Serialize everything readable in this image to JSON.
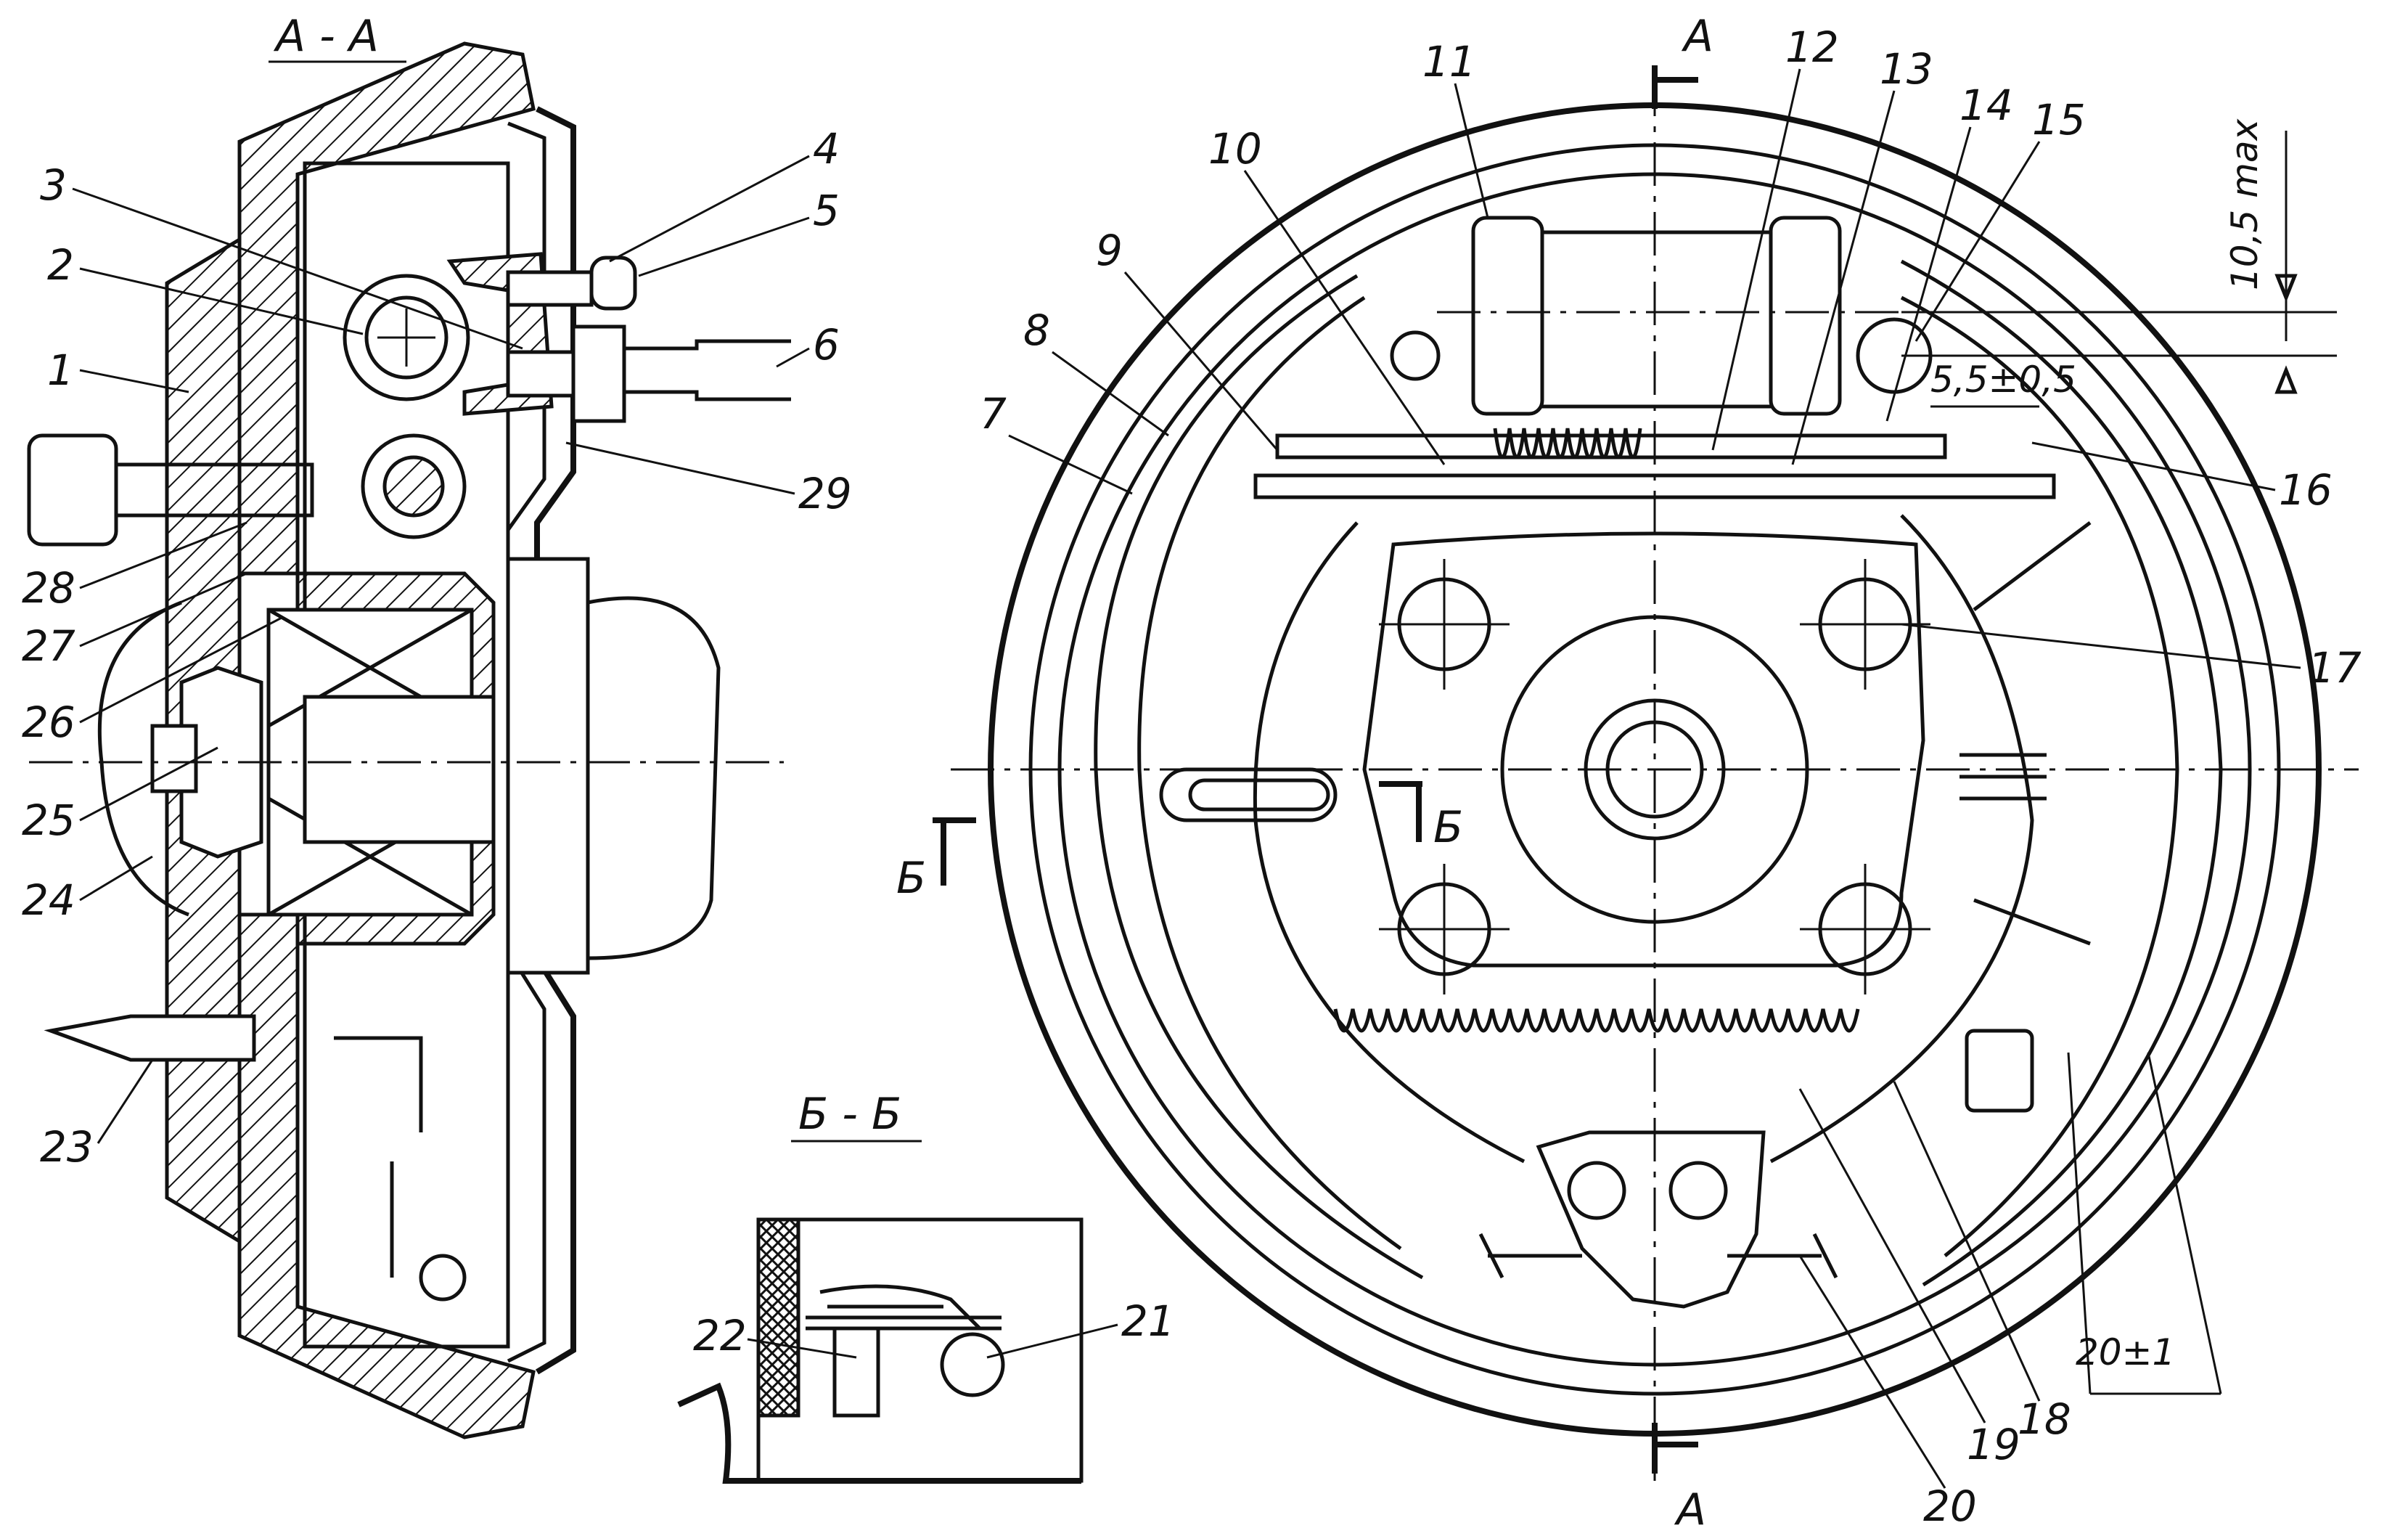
{
  "sections": {
    "aa": "А - А",
    "bb": "Б - Б",
    "cut_a": "А",
    "cut_b": "Б"
  },
  "dimensions": {
    "d1": "10,5 max",
    "d2": "5,5±0,5",
    "d3": "20±1"
  },
  "labels": {
    "l1": "1",
    "l2": "2",
    "l3": "3",
    "l4": "4",
    "l5": "5",
    "l6": "6",
    "l7": "7",
    "l8": "8",
    "l9": "9",
    "l10": "10",
    "l11": "11",
    "l12": "12",
    "l13": "13",
    "l14": "14",
    "l15": "15",
    "l16": "16",
    "l17": "17",
    "l18": "18",
    "l19": "19",
    "l20": "20",
    "l21": "21",
    "l22": "22",
    "l23": "23",
    "l24": "24",
    "l25": "25",
    "l26": "26",
    "l27": "27",
    "l28": "28",
    "l29": "29"
  }
}
